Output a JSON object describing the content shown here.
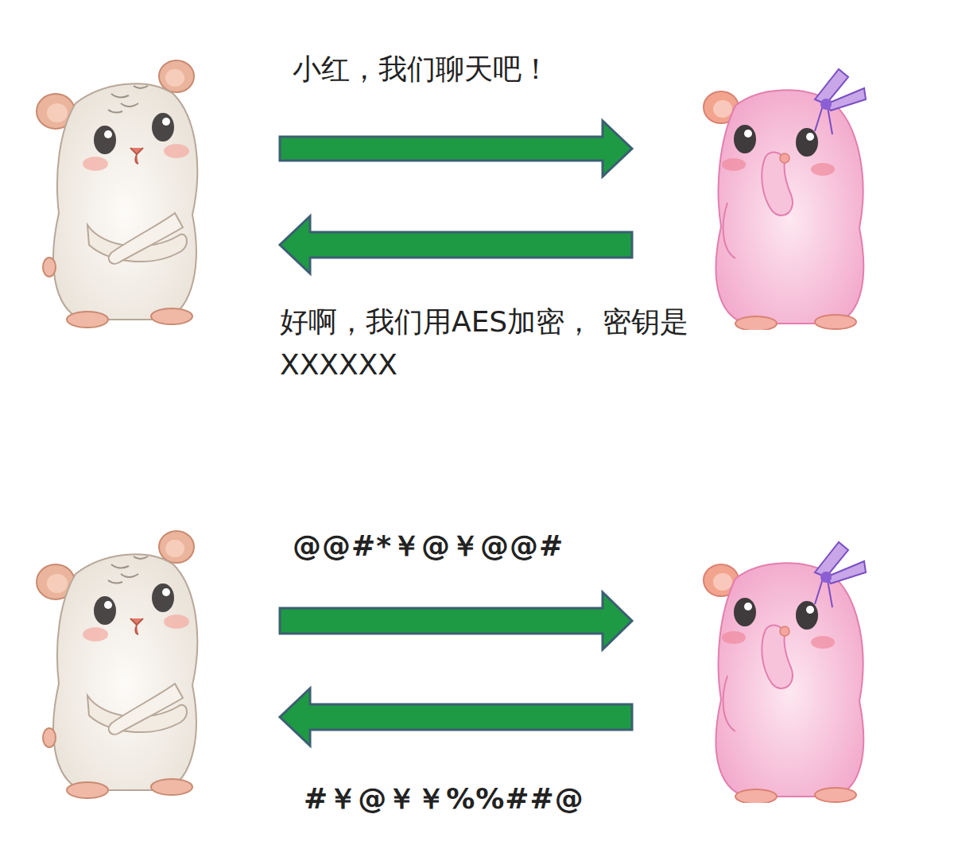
{
  "diagram": {
    "labels": [
      "小红，我们聊天吧！",
      "好啊，我们用AES加密， 密钥是 XXXXXX",
      "@@#*￥@￥@@#",
      "#￥@￥￥%%##@"
    ]
  }
}
